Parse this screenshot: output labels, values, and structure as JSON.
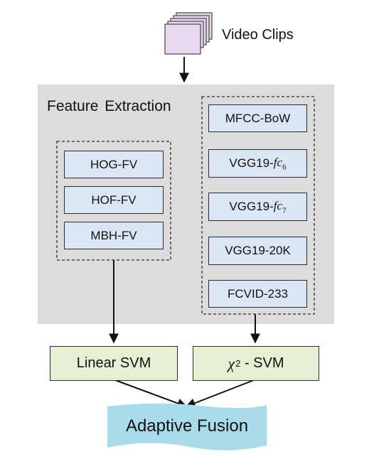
{
  "input": {
    "label": "Video Clips",
    "icon": "video-clips-stack-icon"
  },
  "feature_extraction": {
    "title": "Feature Extraction",
    "left_group": [
      "HOG-FV",
      "HOF-FV",
      "MBH-FV"
    ],
    "right_group": {
      "mfcc": "MFCC-BoW",
      "fc6": {
        "prefix": "VGG19-",
        "italic": "fc",
        "subscript": "6"
      },
      "fc7": {
        "prefix": "VGG19-",
        "italic": "fc",
        "subscript": "7"
      },
      "k20": "VGG19-20K",
      "fcvid": "FCVID-233"
    }
  },
  "classifiers": {
    "linear": "Linear SVM",
    "chi2": {
      "symbol": "χ",
      "superscript": "2",
      "suffix": " - SVM"
    }
  },
  "output": {
    "label": "Adaptive Fusion"
  },
  "colors": {
    "panel": "#dcdcdc",
    "feature_box": "#dbe6f5",
    "svm_box": "#e6efd3",
    "fusion": "#a9dcea",
    "video_card": "#e8d9ef"
  }
}
